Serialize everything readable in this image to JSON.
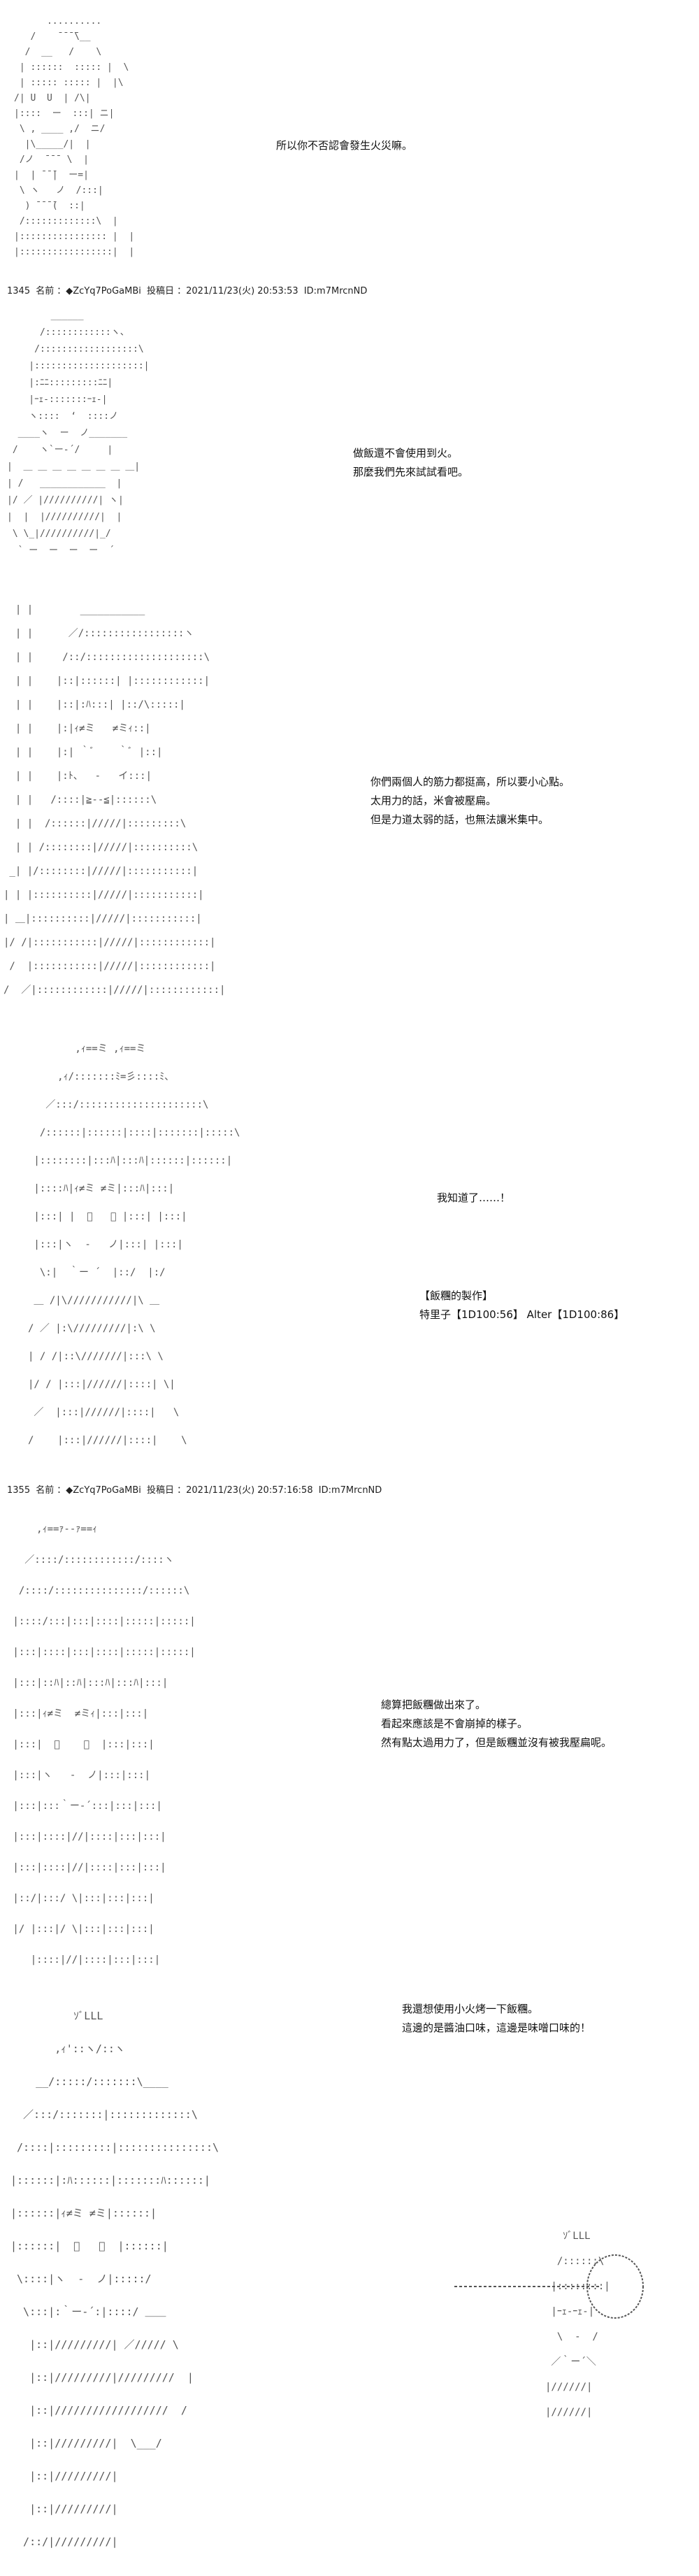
{
  "panels": [
    {
      "lines": [
        "所以你不否認會發生火災嘛。"
      ]
    },
    {
      "header": {
        "number": "1345",
        "name_label": "名前",
        "name": "◆ZcYq7PoGaMBi",
        "date_label": "投稿日",
        "date": "2021/11/23(火) 20:53:53",
        "id": "ID:m7MrcnND"
      },
      "lines": [
        "做飯還不會使用到火。",
        "那麼我們先來試試看吧。"
      ]
    },
    {
      "lines": [
        "你們兩個人的筋力都挺高，所以要小心點。",
        "太用力的話，米會被壓扁。",
        "但是力道太弱的話，也無法讓米集中。"
      ]
    },
    {
      "lines": [
        "我知道了……！"
      ],
      "rolls_title": "【飯糰的製作】",
      "rolls_line": "特里子【1D100:56】 Alter【1D100:86】"
    },
    {
      "header": {
        "number": "1355",
        "name_label": "名前",
        "name": "◆ZcYq7PoGaMBi",
        "date_label": "投稿日",
        "date": "2021/11/23(火) 20:57:16:58",
        "id": "ID:m7MrcnND"
      },
      "lines": [
        "總算把飯糰做出來了。",
        "看起來應該是不會崩掉的樣子。",
        "然有點太過用力了，但是飯糰並沒有被我壓扁呢。"
      ]
    },
    {
      "lines": [
        "我還想使用小火烤一下飯糰。",
        "這邊的是醬油口味，這邊是味噌口味的！"
      ]
    }
  ],
  "art": {
    "a1": [
      "      ..........",
      "   /    ̄ ̄ ̄ ̄\\__",
      "  /  __   /    \\",
      " | ::::::  ::::: |  \\",
      " | ::::: ::::: |  |\\",
      "/| U  U  | /\\|",
      "|::::  ー  :::| ニ|",
      " \\ , ____ ,/  ニ/",
      "  |\\_____/|  |",
      " /ノ  ̄ ̄ ̄  \\  |",
      "|  | ̄ ̄ ̄|  ー=|",
      " \\ ヽ   ノ  /:::|",
      "  ) ̄ ̄ ̄ ̄(  ::|",
      " /:::::::::::::\\  |",
      "|:::::::::::::::: |  |",
      "|:::::::::::::::::|  |"
    ],
    "a2": [
      "        ______",
      "      /::::::::::::ヽ、",
      "     /::::::::::::::::::\\",
      "    |::::::::::::::::::::|",
      "    |:ﾆﾆ:::::::::ﾆﾆ|",
      "    |ｰｪ-:::::::ｰｪ-|",
      "    ヽ::::  ‘  ::::ノ",
      "  ____ヽ  ー  ノ_______",
      " /    ヽ`ー‐´/     |",
      "|  ＿ ＿ ＿ ＿ ＿ ＿ ＿ ＿|",
      "| /   ____________  |",
      "|/ ／ |//////////| ヽ|",
      "|  |  |//////////|  |",
      " \\ \\_|//////////|_/",
      "  ` ー  ー  ー  ー  ´"
    ],
    "a3": [
      "  | |        ___________",
      "  | |      ／/:::::::::::::::::ヽ",
      "  | |     /::/::::::::::::::::::::\\",
      "  | |    |::|::::::| |::::::::::::|",
      "  | |    |::|:ﾊ:::| |::/\\:::::|",
      "  | |    |:|ｨ≠ミ   ≠ミｨ::|",
      "  | |    |:| ｀ﾞ    ｀ﾞ |::|",
      "  | |    |:ﾄ、  ‐   イ:::|",
      "  | |   /::::|≧-‐≦|::::::\\",
      "  | |  /::::::|/////|:::::::::\\",
      "  | | /::::::::|/////|::::::::::\\",
      " _| |/::::::::|/////|:::::::::::|",
      "| | |::::::::::|/////|:::::::::::|",
      "| ＿|::::::::::|/////|:::::::::::|",
      "|/ /|:::::::::::|/////|::::::::::::|",
      " /  |:::::::::::|/////|::::::::::::|",
      "/  ／|::::::::::::|/////|::::::::::::|"
    ],
    "a4": [
      "        ,ｨ==ミ ,ｨ==ミ",
      "     ,ｨ/:::::::ﾐ=彡::::ﾐ、",
      "   ／:::/:::::::::::::::::::::\\",
      "  /::::::|::::::|::::|:::::::|:::::\\",
      " |::::::::|:::ﾊ|:::ﾊ|::::::|::::::|",
      " |::::ﾊ|ｨ≠ミ ≠ミ|:::ﾊ|:::|",
      " |:::| |  ﾞ   ﾞ |:::| |:::|",
      " |:::|ヽ  ‐   ノ|:::| |:::|",
      "  \\:|  ｀ー ´  |::/  |:/",
      " ＿ /|\\///////////|\\ ＿",
      "/ ／ |:\\/////////|:\\ \\",
      "| / /|::\\///////|:::\\ \\",
      "|/ / |:::|//////|::::| \\|",
      " ／  |:::|//////|::::|   \\",
      "/    |:::|//////|::::|    \\"
    ],
    "a5": [
      "     ,ｨ==ｧ‐‐ｧ==ｨ",
      "   ／::::/::::::::::::/::::ヽ",
      "  /::::/:::::::::::::::/::::::\\",
      " |::::/:::|:::|::::|:::::|:::::|",
      " |:::|::::|:::|::::|:::::|:::::|",
      " |:::|::ﾊ|::ﾊ|:::ﾊ|:::ﾊ|:::|",
      " |:::|ｨ≠ミ  ≠ミｨ|:::|:::|",
      " |:::|  ﾞ    ﾞ  |:::|:::|",
      " |:::|ヽ   ‐  ノ|:::|:::|",
      " |:::|:::｀ー‐´:::|:::|:::|",
      " |:::|::::|//|::::|:::|:::|",
      " |:::|::::|//|::::|:::|:::|",
      " |::/|:::/ \\|:::|:::|:::|",
      " |/ |:::|/ \\|:::|:::|:::|",
      "    |::::|//|::::|:::|:::|"
    ],
    "a6": [
      "          ｿﾞLLL",
      "       ,ｨ'::ヽ/::ヽ",
      "    __/:::::/:::::::\\____",
      "  ／:::/:::::::|:::::::::::::\\",
      " /::::|:::::::::|:::::::::::::::\\",
      "|::::::|:ﾊ::::::|:::::::ﾊ::::::|",
      "|::::::|ｨ≠ミ ≠ミ|::::::|",
      "|::::::|  ﾞ   ﾞ  |::::::|",
      " \\::::|ヽ  ‐  ノ|:::::/",
      "  \\:::|:｀ー‐´:|::::/ ＿＿",
      "   |::|/////////| ／///// \\",
      "   |::|/////////|/////////  |",
      "   |::|//////////////////  /",
      "   |::|/////////|  \\___/",
      "   |::|/////////|",
      "   |::|/////////|",
      "  /::/|/////////|"
    ],
    "a6b": [
      "   ｿﾞLLL",
      "  /::::::\\",
      " |::::::::|",
      " |ｰｪ-ｰｪ-|",
      "  \\  ‐  /",
      " ／｀ー´＼",
      "|//////|",
      "|//////|"
    ]
  },
  "colors": {
    "art": "#555555",
    "text": "#111111",
    "header": "#222222",
    "background": "#ffffff"
  }
}
